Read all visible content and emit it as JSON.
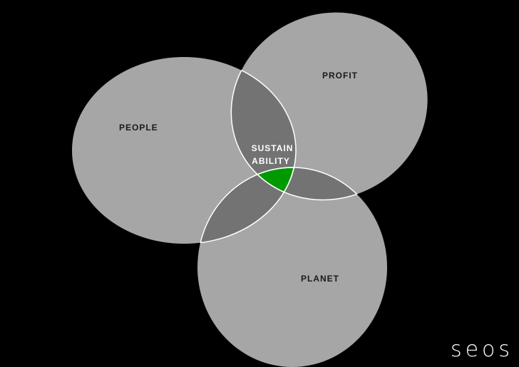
{
  "diagram": {
    "circles": {
      "people": {
        "label": "PEOPLE"
      },
      "profit": {
        "label": "PROFIT"
      },
      "planet": {
        "label": "PLANET"
      }
    },
    "center": {
      "line1": "SUSTAIN",
      "line2": "ABILITY"
    }
  },
  "logo": {
    "text": "seos"
  },
  "colors": {
    "background": "#000000",
    "circle_fill": "#a6a6a6",
    "pair_overlap_fill": "#737373",
    "center_fill": "#009900",
    "outline": "#ffffff",
    "label_text": "#1a1a1a",
    "center_text": "#ffffff",
    "logo_text": "#ffffff"
  }
}
